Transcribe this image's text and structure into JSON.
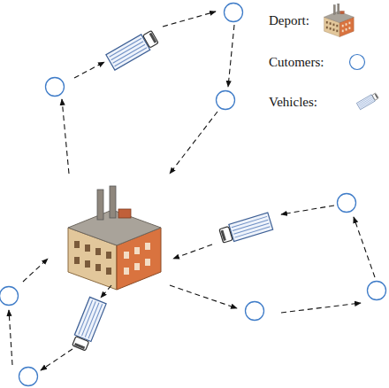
{
  "diagram": {
    "legend": [
      {
        "text": "Deport:"
      },
      {
        "text": "Cutomers:"
      },
      {
        "text": "Vehicles:"
      }
    ]
  }
}
